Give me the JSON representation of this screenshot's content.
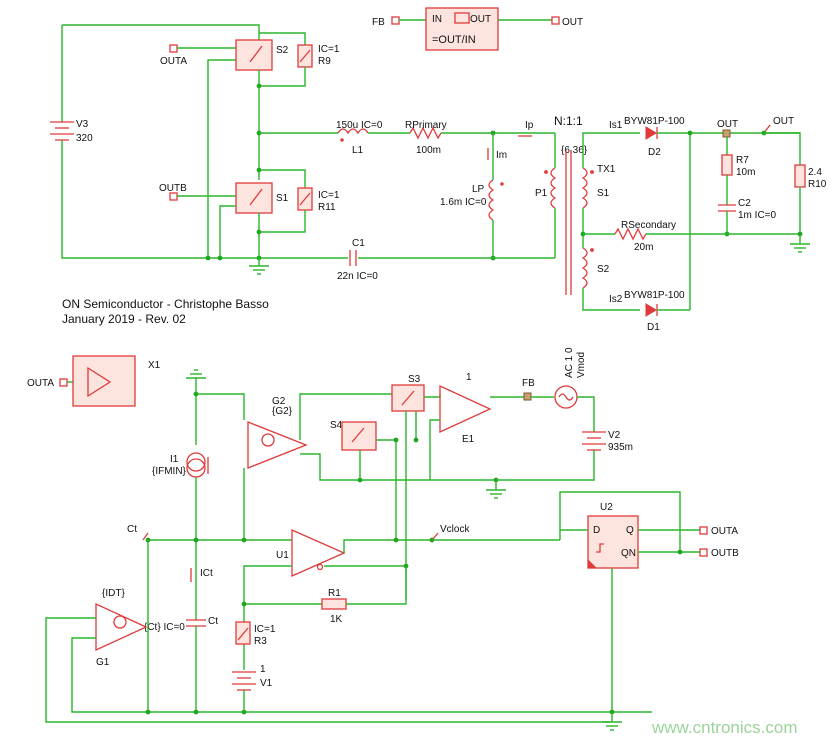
{
  "credits": {
    "line1": "ON Semiconductor - Christophe Basso",
    "line2": "January 2019 - Rev. 02"
  },
  "watermark": "www.cntronics.com",
  "colors": {
    "wire": "#2bb52b",
    "component": "#e03a3a",
    "node": "#1fa71f"
  },
  "top_block": {
    "fb": "FB",
    "in": "IN",
    "out_pin": "OUT",
    "expr": "=OUT/IN",
    "out": "OUT"
  },
  "power_stage": {
    "outa": "OUTA",
    "outb": "OUTB",
    "v3_name": "V3",
    "v3_value": "320",
    "s2": "S2",
    "s1": "S1",
    "r9_ic": "IC=1",
    "r9": "R9",
    "r11_ic": "IC=1",
    "r11": "R11",
    "l1_value": "150u IC=0",
    "l1": "L1",
    "rprimary": "RPrimary",
    "rprimary_value": "100m",
    "lp": "LP",
    "lp_value": "1.6m IC=0",
    "im": "Im",
    "ip": "Ip",
    "c1": "C1",
    "c1_value": "22n IC=0",
    "xfmr_ratio": "N:1:1",
    "xfmr_param": "{6.36}",
    "tx1": "TX1",
    "p1": "P1",
    "s1_winding": "S1",
    "s2_winding": "S2",
    "is1": "Is1",
    "is2": "Is2",
    "d2_part": "BYW81P-100",
    "d2": "D2",
    "d1_part": "BYW81P-100",
    "d1": "D1",
    "out_node": "OUT",
    "out_port": "OUT",
    "r7": "R7",
    "r7_value": "10m",
    "c2": "C2",
    "c2_value": "1m IC=0",
    "r10_value": "2.4",
    "r10": "R10",
    "rsecondary": "RSecondary",
    "rsecondary_value": "20m"
  },
  "control": {
    "outa_in": "OUTA",
    "x1": "X1",
    "g2": "G2",
    "g2_param": "{G2}",
    "s3": "S3",
    "s4": "S4",
    "gain": "1",
    "fb": "FB",
    "e1": "E1",
    "ac_label": "AC 1 0",
    "vmod": "Vmod",
    "v2": "V2",
    "v2_value": "935m",
    "i1": "I1",
    "i1_param": "{IFMIN}",
    "ct_left": "Ct",
    "vclock": "Vclock",
    "u1": "U1",
    "ict": "ICt",
    "r1": "R1",
    "r1_value": "1K",
    "idt": "{IDT}",
    "ct_ic": "{Ct} IC=0",
    "ct_cap": "Ct",
    "g1": "G1",
    "r3_ic": "IC=1",
    "r3": "R3",
    "v1_value": "1",
    "v1": "V1",
    "u2": "U2",
    "d": "D",
    "q": "Q",
    "qn": "QN",
    "outa_out": "OUTA",
    "outb_out": "OUTB"
  }
}
